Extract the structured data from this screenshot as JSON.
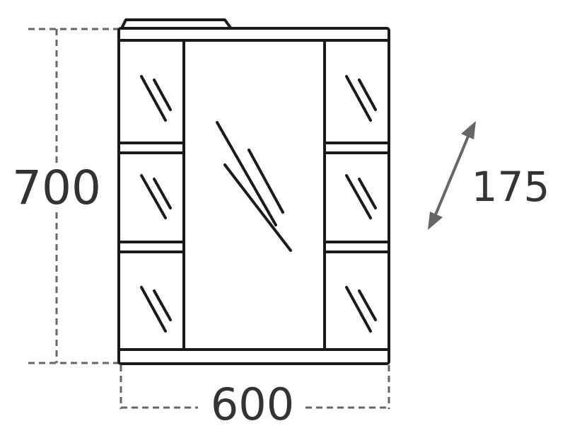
{
  "dimensions": {
    "height": "700",
    "width": "600",
    "depth": "175"
  },
  "colors": {
    "outline": "#1a1a1a",
    "dimension_line": "#666666",
    "text": "#333333",
    "background": "#ffffff"
  }
}
